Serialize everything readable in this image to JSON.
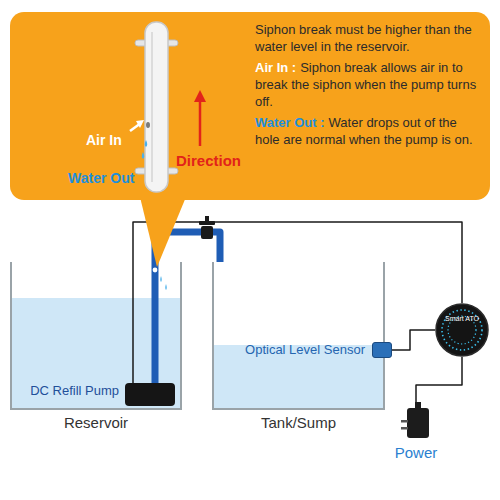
{
  "diagram": {
    "nodes": [
      {
        "text": [
          "Siphon break must be higher than the water level in the reservoir.",
          "Air In :",
          "Siphon break allows air in to break the siphon when the pump turns off.",
          "Water Out :",
          "Water drops out of the hole are normal when the pump is on."
        ]
      },
      {
        "text": [
          "Reservoir"
        ]
      },
      {
        "text": [
          "DC Refill Pump"
        ],
        "in": 1
      },
      {
        "text": [
          "Tank/Sump"
        ]
      },
      {
        "text": [
          "Optical Level Sensor"
        ],
        "in": 3
      },
      {
        "text": [
          "Smart ATO"
        ]
      },
      {
        "text": [
          "Power"
        ]
      }
    ],
    "edges": [
      {
        "from": 2,
        "to": 3,
        "arrow": "none"
      },
      {
        "from": 2,
        "to": 5,
        "arrow": "none"
      },
      {
        "from": 4,
        "to": 5,
        "arrow": "none"
      },
      {
        "from": 6,
        "to": 5,
        "arrow": "none"
      }
    ],
    "labels": [
      "Air In",
      "Water Out",
      "Direction"
    ]
  }
}
